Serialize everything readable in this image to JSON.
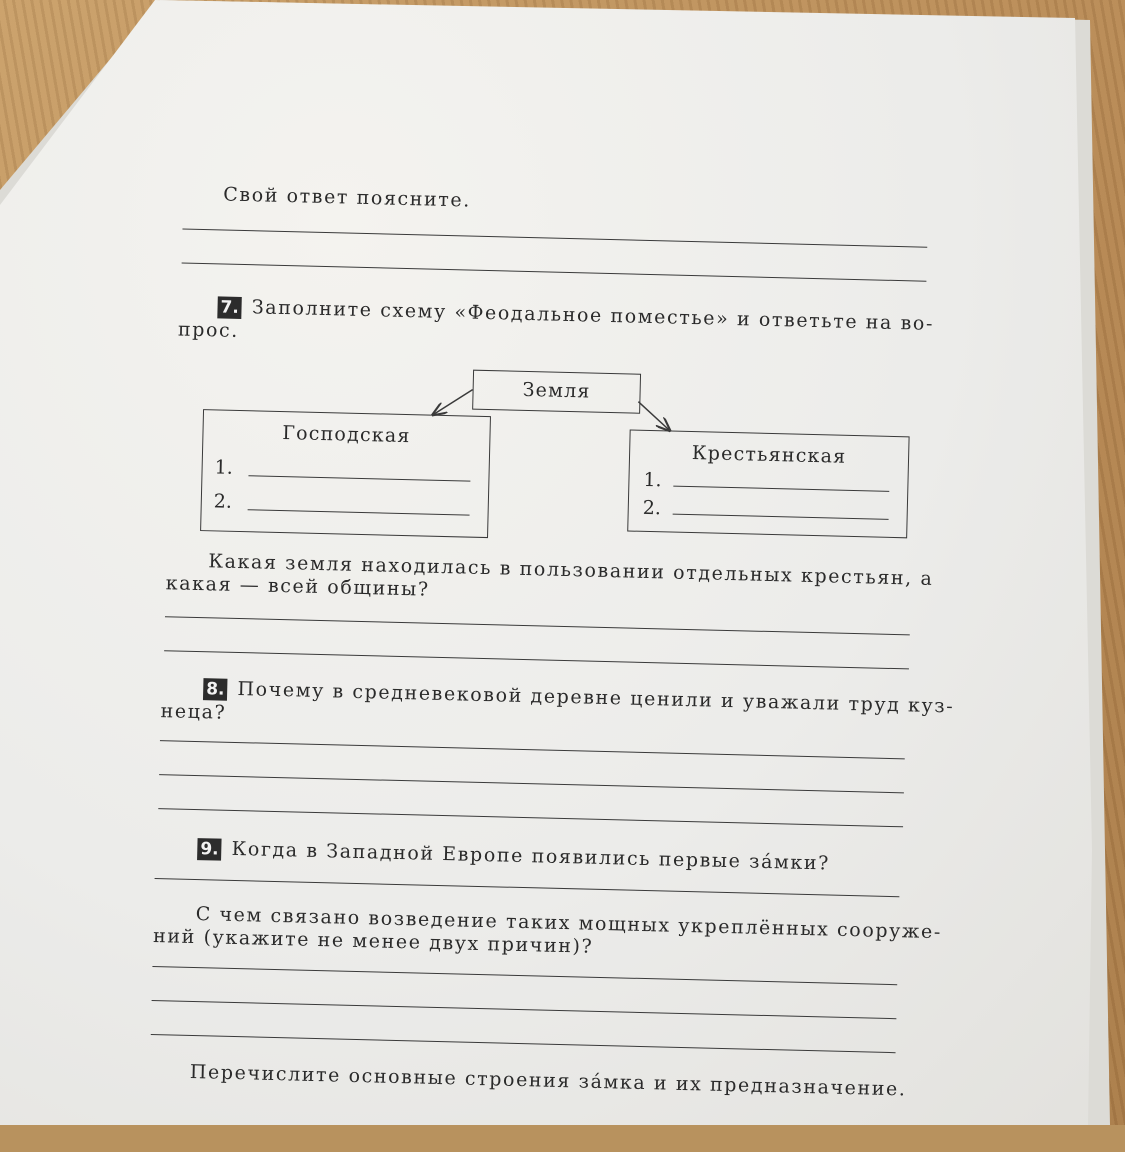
{
  "document": {
    "intro": {
      "text": "Свой ответ поясните."
    },
    "task7": {
      "number": "7.",
      "question_line1": "Заполните схему «Феодальное поместье» и ответьте на во-",
      "question_line2": "прос.",
      "scheme": {
        "root": "Земля",
        "left_box": {
          "title": "Господская",
          "item1": "1.",
          "item2": "2."
        },
        "right_box": {
          "title": "Крестьянская",
          "item1": "1.",
          "item2": "2."
        }
      },
      "followup_line1": "Какая земля находилась в пользовании  отдельных крестьян, а",
      "followup_line2": "какая — всей общины?"
    },
    "task8": {
      "number": "8.",
      "question_line1": "Почему в средневековой деревне ценили и уважали труд куз-",
      "question_line2": "неца?"
    },
    "task9": {
      "number": "9.",
      "question": "Когда в Западной Европе появились первые за́мки?",
      "sub_line1": "С чем связано возведение таких мощных укреплённых сооруже-",
      "sub_line2": "ний (укажите не менее двух причин)?",
      "last": "Перечислите основные строения за́мка и их предназначение."
    }
  }
}
